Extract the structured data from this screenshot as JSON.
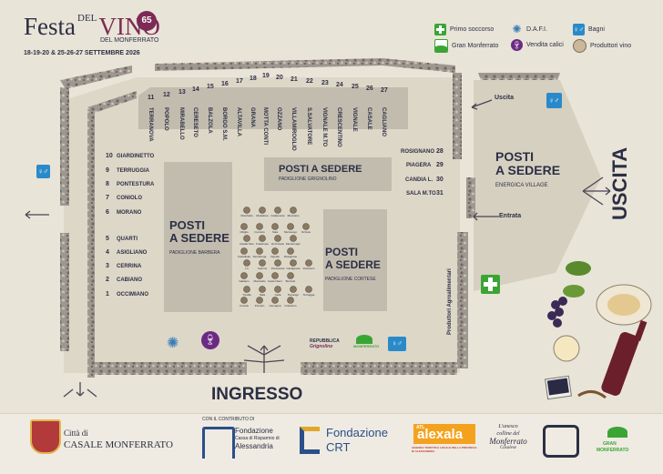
{
  "header": {
    "logo_festa": "Festa",
    "logo_del": "DEL",
    "logo_vino": "VINO",
    "logo_number": "65",
    "logo_sub": "DEL MONFERRATO",
    "dates": "18-19-20 & 25-26-27 SETTEMBRE 2026"
  },
  "legend": [
    {
      "label": "Primo soccorso",
      "icon": "first-aid-icon",
      "color": "#3aa535"
    },
    {
      "label": "D.A.F.I.",
      "icon": "star-icon",
      "color": "#3a7fb5"
    },
    {
      "label": "Bagni",
      "icon": "toilet-icon",
      "color": "#2a8ac9"
    },
    {
      "label": "Gran Monferrato",
      "icon": "hills-icon",
      "color": "#3aa535"
    },
    {
      "label": "Vendita calici",
      "icon": "wine-glass-icon",
      "color": "#6b2a83"
    },
    {
      "label": "Produttori vino",
      "icon": "barrel-icon",
      "color": "#7a6a55"
    }
  ],
  "map": {
    "top_stalls": [
      {
        "n": "11",
        "name": "TERRANOVA"
      },
      {
        "n": "12",
        "name": "POPOLO"
      },
      {
        "n": "13",
        "name": "MIRABELLO"
      },
      {
        "n": "14",
        "name": "CERESETO"
      },
      {
        "n": "15",
        "name": "BALZOLA"
      },
      {
        "n": "16",
        "name": "BORGO S.M."
      },
      {
        "n": "17",
        "name": "ALTAVILLA"
      },
      {
        "n": "18",
        "name": "GRANA"
      },
      {
        "n": "19",
        "name": "MOTTA CONTI"
      },
      {
        "n": "20",
        "name": "OZZANO"
      },
      {
        "n": "21",
        "name": "VILLAMIROGLIO"
      },
      {
        "n": "22",
        "name": "S.SALVATORE"
      },
      {
        "n": "23",
        "name": "VIGNALE M.TO"
      },
      {
        "n": "24",
        "name": "CRESCENTINO"
      },
      {
        "n": "25",
        "name": "VIGNALE"
      },
      {
        "n": "26",
        "name": "CASALE"
      },
      {
        "n": "27",
        "name": "CAGLIANO"
      }
    ],
    "left_stalls": [
      {
        "n": "10",
        "name": "GIARDINETTO"
      },
      {
        "n": "9",
        "name": "TERRUGGIA"
      },
      {
        "n": "8",
        "name": "PONTESTURA"
      },
      {
        "n": "7",
        "name": "CONIOLO"
      },
      {
        "n": "6",
        "name": "MORANO"
      },
      {
        "n": "5",
        "name": "QUARTI"
      },
      {
        "n": "4",
        "name": "ASIGLIANO"
      },
      {
        "n": "3",
        "name": "CERRINA"
      },
      {
        "n": "2",
        "name": "CABIANO"
      },
      {
        "n": "1",
        "name": "OCCIMIANO"
      }
    ],
    "right_stalls": [
      {
        "n": "28",
        "name": "ROSIGNANO"
      },
      {
        "n": "29",
        "name": "PIAGERA"
      },
      {
        "n": "30",
        "name": "CANDIA L."
      },
      {
        "n": "31",
        "name": "SALA M.TO"
      }
    ],
    "areas": {
      "barbera_title_1": "POSTI",
      "barbera_title_2": "A SEDERE",
      "barbera_sub": "PADIGLIONE BARBERA",
      "grignolino_title": "POSTI A SEDERE",
      "grignolino_sub": "PADIGLIONE GRIGNOLINO",
      "cortese_title_1": "POSTI",
      "cortese_title_2": "A SEDERE",
      "cortese_sub": "PADIGLIONE CORTESE",
      "village_title_1": "POSTI",
      "village_title_2": "A SEDERE",
      "village_sub": "ENERGICA VILLAGE"
    },
    "labels": {
      "uscita_small": "Uscita",
      "uscita_big": "USCITA",
      "entrata": "Entrata",
      "ingresso": "INGRESSO",
      "produttori": "Produttori Agroalimentari"
    },
    "sponsor_badges": {
      "repubblica_1": "REPUBBLICA",
      "repubblica_2": "Grignolino",
      "gran_monferrato": "MONFERRATO"
    },
    "producer_rows": [
      [
        "Mombello",
        "Ricaldone",
        "Cellamonte",
        "Moncalvo"
      ],
      [
        "Ottiglio",
        "Cuccaro",
        "Sala",
        "Murisengo",
        "Ozzano"
      ],
      [
        "Casale Monferrato",
        "Frassineto",
        "Occimiano",
        "Montemagno"
      ],
      [
        "Castelletto",
        "Serralunga",
        "Vignale",
        "Rosignano"
      ],
      [
        "Lu",
        "Camino",
        "Pontestura",
        "Castagnole",
        "Felizzano"
      ],
      [
        "Gabiano",
        "Mombello",
        "Castel San Pietro",
        "Bozzole"
      ],
      [
        "Treville",
        "Sala",
        "Cella",
        "Penango",
        "Terruggia"
      ],
      [
        "Coniolo",
        "Pomaro",
        "Camagna",
        "Grazzano"
      ]
    ]
  },
  "footer": {
    "city_1": "Città di",
    "city_2": "CASALE MONFERRATO",
    "contrib": "CON IL CONTRIBUTO DI",
    "fond_al_1": "Fondazione",
    "fond_al_2": "Cassa di Risparmio di",
    "fond_al_3": "Alessandria",
    "fond_crt_1": "Fondazione",
    "fond_crt_2": "CRT",
    "alexala_top": "ATL",
    "alexala": "alexala",
    "alexala_sub": "AGENZIA TURISTICA LOCALE DELLA PROVINCIA DI ALESSANDRIA",
    "colline_1": "L'unesco",
    "colline_2": "colline del",
    "colline_3": "Monferrato",
    "colline_4": "Casalese",
    "gran_1": "GRAN",
    "gran_2": "MONFERRATO"
  }
}
